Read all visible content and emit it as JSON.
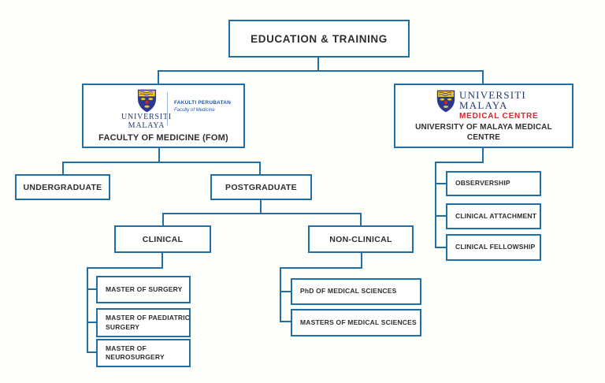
{
  "colors": {
    "line_blue": "#1f6ea6",
    "text_dark": "#2d2d2d",
    "background": "#fdfdfa",
    "logo_navy": "#1f3a70",
    "logo_blue": "#2456a4",
    "logo_red": "#d8232a",
    "crest_yellow": "#f3c81d",
    "crest_blue": "#2b3990"
  },
  "root": {
    "label": "EDUCATION & TRAINING"
  },
  "fom": {
    "wordmark": {
      "line1": "UNIVERSITI",
      "line2": "MALAYA"
    },
    "dept": {
      "line1": "FAKULTI PERUBATAN",
      "line2": "Faculty of Medicine"
    },
    "label": "FACULTY OF MEDICINE (FOM)"
  },
  "ummc": {
    "wordmark": {
      "line1": "UNIVERSITI",
      "line2": "MALAYA",
      "line3": "MEDICAL CENTRE"
    },
    "label": "UNIVERSITY OF MALAYA MEDICAL CENTRE"
  },
  "nodes": {
    "undergraduate": "UNDERGRADUATE",
    "postgraduate": "POSTGRADUATE",
    "clinical": "CLINICAL",
    "non_clinical": "NON-CLINICAL",
    "master_surgery": "MASTER OF SURGERY",
    "master_paediatric_line1": "MASTER OF PAEDIATRIC",
    "master_paediatric_line2": "SURGERY",
    "master_neurosurgery_line1": "MASTER OF",
    "master_neurosurgery_line2": "NEUROSURGERY",
    "phd_medical_sciences": "PhD OF MEDICAL SCIENCES",
    "masters_medical_sciences": "MASTERS OF MEDICAL SCIENCES",
    "observership": "OBSERVERSHIP",
    "clinical_attachment": "CLINICAL ATTACHMENT",
    "clinical_fellowship": "CLINICAL FELLOWSHIP"
  }
}
